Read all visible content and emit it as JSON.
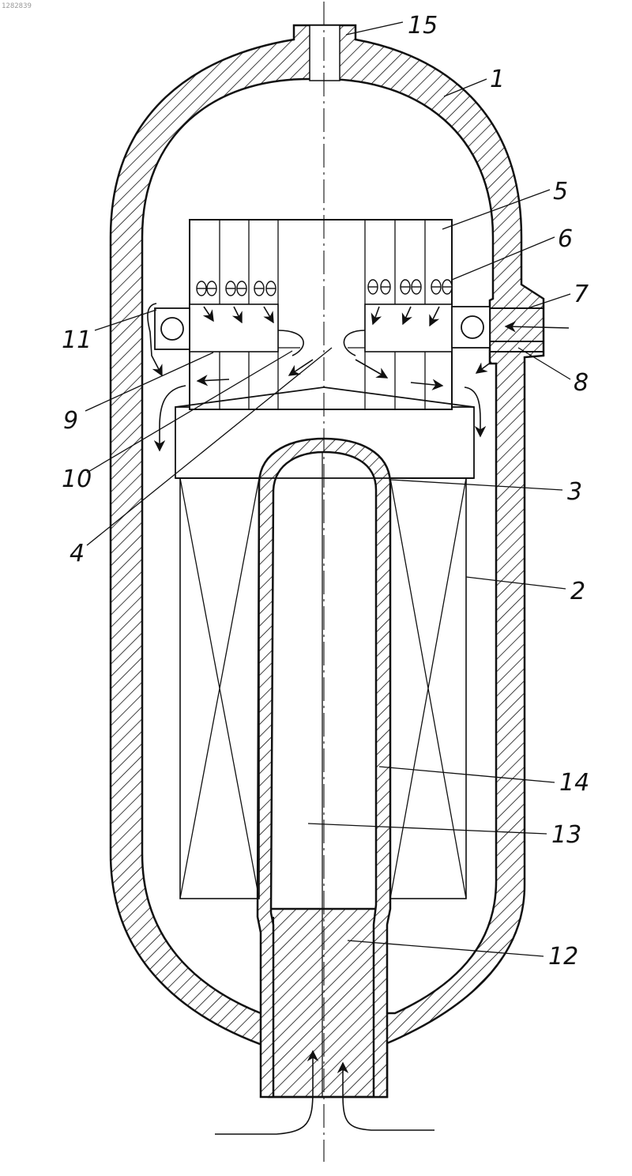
{
  "corner_id": "1282839",
  "colors": {
    "ink": "#111111",
    "paper": "#ffffff"
  },
  "labels": {
    "l1": "1",
    "l2": "2",
    "l3": "3",
    "l4": "4",
    "l5": "5",
    "l6": "6",
    "l7": "7",
    "l8": "8",
    "l9": "9",
    "l10": "10",
    "l11": "11",
    "l12": "12",
    "l13": "13",
    "l14": "14",
    "l15": "15"
  }
}
